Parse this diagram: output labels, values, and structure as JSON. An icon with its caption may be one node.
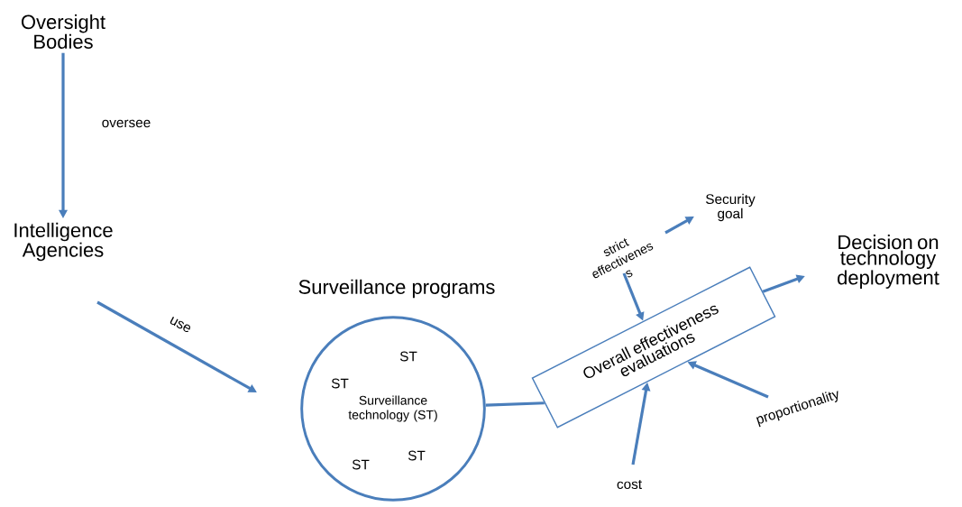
{
  "diagram": {
    "nodes": [
      {
        "text": [
          "Oversight Bodies"
        ]
      },
      {
        "text": [
          "Intelligence Agencies"
        ]
      },
      {
        "text": [
          "Surveillance programs",
          "Surveillance technology (ST)"
        ]
      },
      {
        "text": [
          "Overall effectiveness evaluations"
        ]
      },
      {
        "text": [
          "Decision on technology deployment"
        ]
      },
      {
        "text": [
          "strict effectivenes s"
        ]
      },
      {
        "text": [
          "Security goal"
        ]
      },
      {
        "text": [
          "cost"
        ]
      },
      {
        "text": [
          "proportionality"
        ]
      }
    ],
    "edges": [
      {
        "from": 0,
        "to": 1,
        "arrow": "to",
        "label": "oversee"
      },
      {
        "from": 1,
        "to": 2,
        "arrow": "to",
        "label": "use"
      },
      {
        "from": 2,
        "to": 3,
        "arrow": "none"
      },
      {
        "from": 3,
        "to": 4,
        "arrow": "to"
      },
      {
        "from": 5,
        "to": 6,
        "arrow": "to"
      },
      {
        "from": 5,
        "to": 3,
        "arrow": "to"
      },
      {
        "from": 7,
        "to": 3,
        "arrow": "to"
      },
      {
        "from": 8,
        "to": 3,
        "arrow": "to"
      }
    ],
    "labels": [
      "ST",
      "ST",
      "ST",
      "ST"
    ]
  }
}
